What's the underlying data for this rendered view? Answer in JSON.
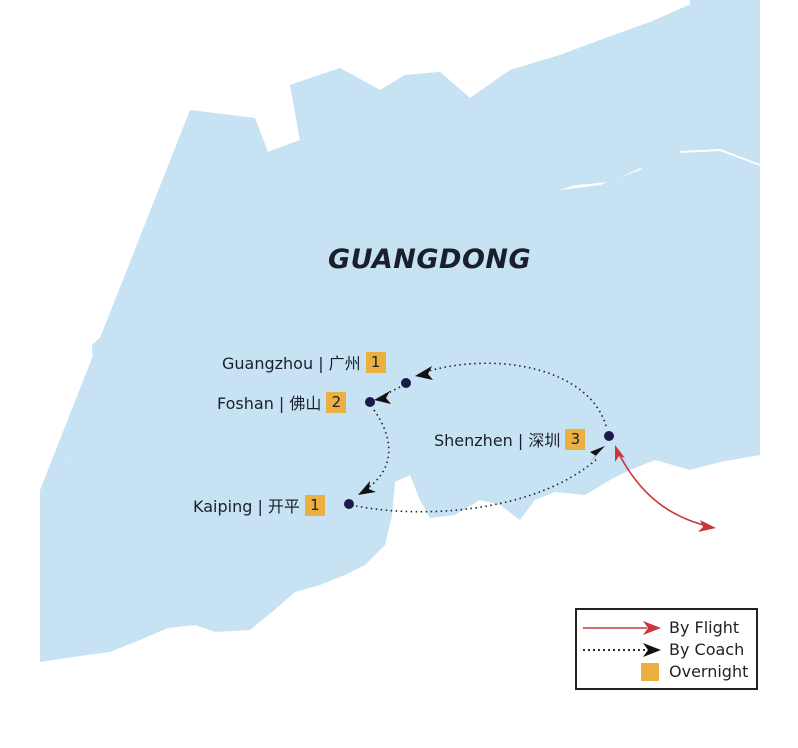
{
  "region_label": "GUANGDONG",
  "cities": [
    {
      "name": "Guangzhou | 广州",
      "nights": "1"
    },
    {
      "name": "Foshan | 佛山",
      "nights": "2"
    },
    {
      "name": "Shenzhen | 深圳",
      "nights": "3"
    },
    {
      "name": "Kaiping | 开平",
      "nights": "1"
    }
  ],
  "legend": {
    "flight": "By Flight",
    "coach": "By Coach",
    "overnight": "Overnight"
  },
  "colors": {
    "land": "#c7e2f2",
    "overnight": "#ebb041",
    "flight": "#c8383a",
    "stop": "#1c1a4d"
  }
}
